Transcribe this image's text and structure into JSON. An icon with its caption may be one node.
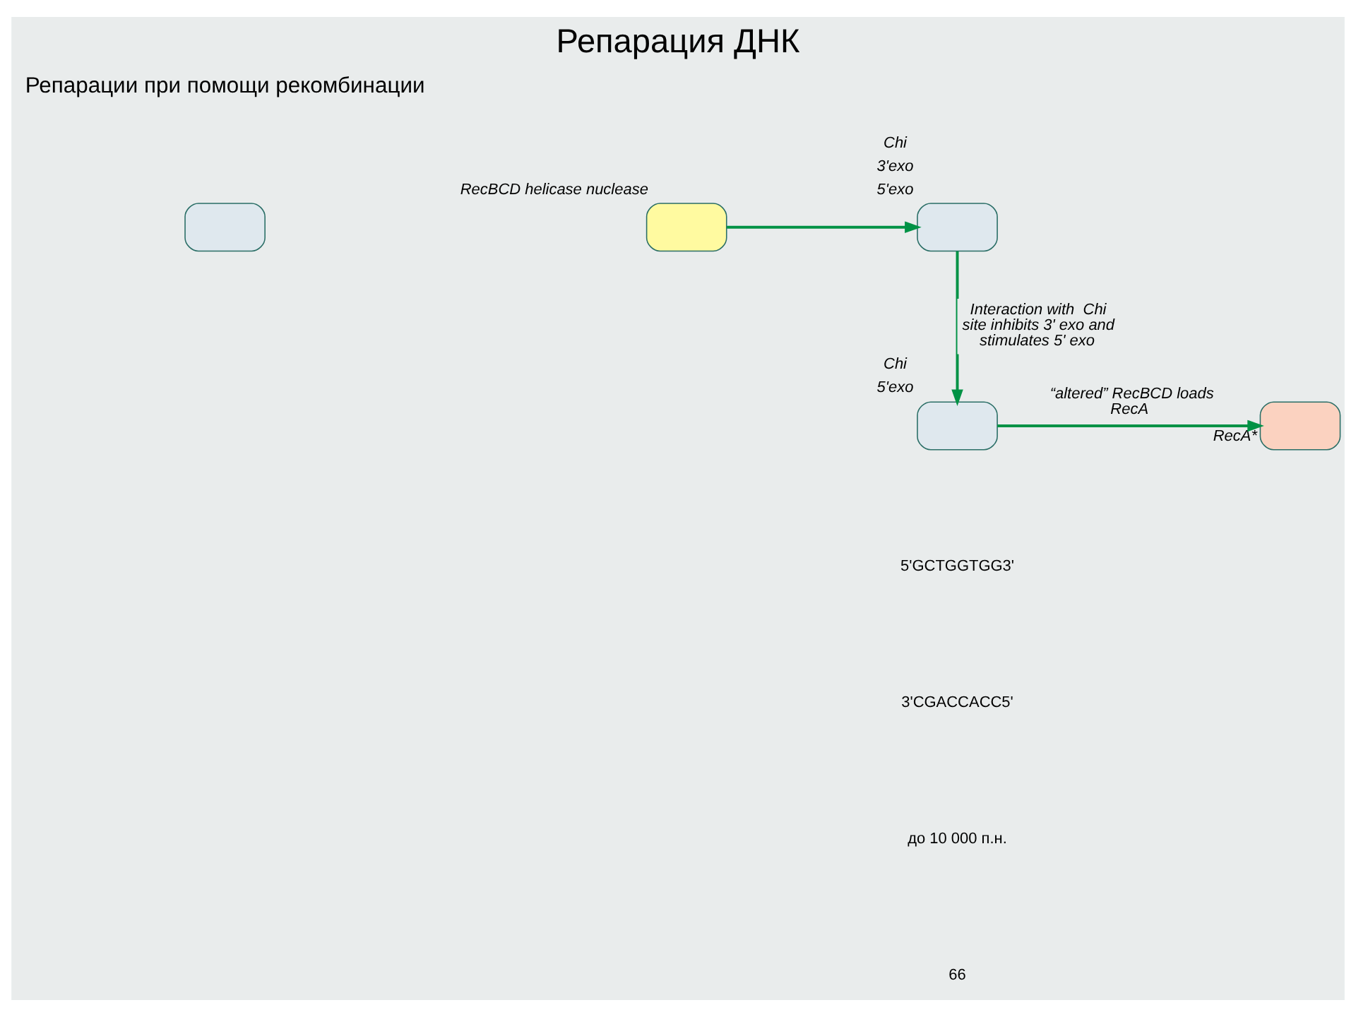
{
  "diagram": {
    "title": "Репарация ДНК",
    "nodes": [
      {
        "text": [],
        "shape": "box"
      },
      {
        "text": [],
        "shape": "box",
        "beside": [
          "RecBCD helicase nuclease"
        ]
      },
      {
        "text": [],
        "shape": "box",
        "beside": [
          "Chi",
          "3'exo",
          "5'exo"
        ]
      },
      {
        "text": [],
        "shape": "box",
        "beside": [
          "Chi",
          "5'exo"
        ]
      },
      {
        "text": [],
        "shape": "box",
        "beside": [
          "RecA*"
        ]
      }
    ],
    "edges": [
      {
        "from": 1,
        "to": 2,
        "arrow": "to"
      },
      {
        "from": 2,
        "to": 3,
        "arrow": "to",
        "label": "Interaction with  Chi site inhibits 3' exo and stimulates 5' exo"
      },
      {
        "from": 3,
        "to": 4,
        "arrow": "to",
        "label": "“altered” RecBCD loads RecA"
      }
    ],
    "labels": [
      "Репарации при помощи рекомбинации",
      "5'GCTGGTGG3'",
      "3'CGACCACC5'",
      "до 10 000 п.н.",
      "66"
    ]
  }
}
